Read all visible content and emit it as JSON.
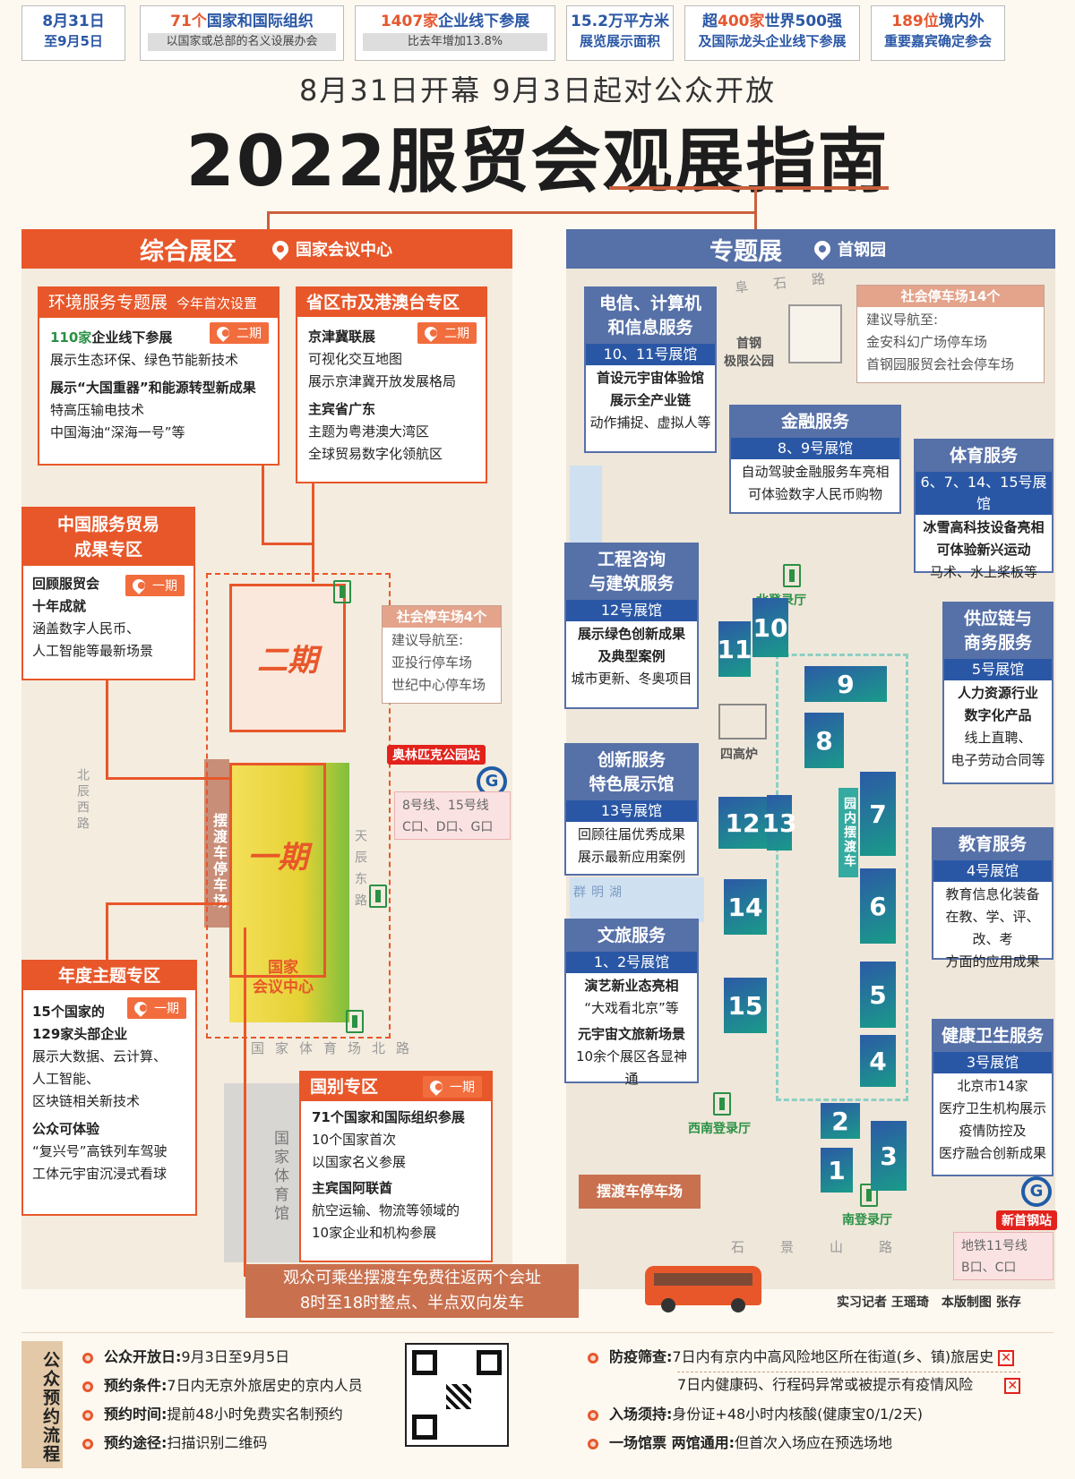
{
  "stats": [
    {
      "l1a": "8月31日",
      "l2": "至9月5日"
    },
    {
      "l1b": "71个",
      "l1c": "国家和国际组织",
      "l2": "以国家或总部的名义设展办会"
    },
    {
      "l1b": "1407家",
      "l1c": "企业线下参展",
      "l2": "比去年增加13.8%"
    },
    {
      "l1a": "15.2万平方米",
      "l2": "展览展示面积"
    },
    {
      "l1c1": "超",
      "l1b": "400家",
      "l1c": "世界500强",
      "l2": "及国际龙头企业线下参展"
    },
    {
      "l1b": "189位",
      "l1c": "境内外",
      "l2": "重要嘉宾确定参会"
    }
  ],
  "subtitle": "8月31日开幕 9月3日起对公众开放",
  "title": "2022服贸会观展指南",
  "left_header": {
    "name": "综合展区",
    "loc": "国家会议中心"
  },
  "right_header": {
    "name": "专题展",
    "loc": "首钢园"
  },
  "env": {
    "title": "环境服务专题展",
    "note": "今年首次设置",
    "phase": "二期",
    "l1a": "110家",
    "l1b": "企业线下参展",
    "l2": "展示生态环保、绿色节能新技术",
    "l3": "展示“大国重器”和能源转型新成果",
    "l4": "特高压输电技术",
    "l5": "中国海油“深海一号”等"
  },
  "prov": {
    "title": "省区市及港澳台专区",
    "phase": "二期",
    "l1": "京津冀联展",
    "l2": "可视化交互地图",
    "l3": "展示京津冀开放发展格局",
    "l4": "主宾省广东",
    "l5": "主题为粤港澳大湾区",
    "l6": "全球贸易数字化领航区"
  },
  "china": {
    "t1": "中国服务贸易",
    "t2": "成果专区",
    "phase": "一期",
    "l1": "回顾服贸会",
    "l2": "十年成就",
    "l3": "涵盖数字人民币、",
    "l4": "人工智能等最新场景"
  },
  "annual": {
    "title": "年度主题专区",
    "phase": "一期",
    "l1": "15个国家的",
    "l2": "129家头部企业",
    "l3": "展示大数据、云计算、",
    "l4": "人工智能、",
    "l5": "区块链相关新技术",
    "l6": "公众可体验",
    "l7": "“复兴号”高铁列车驾驶",
    "l8": "工体元宇宙沉浸式看球"
  },
  "country": {
    "title": "国别专区",
    "phase": "一期",
    "l1": "71个国家和国际组织参展",
    "l2": "10个国家首次",
    "l3": "以国家名义参展",
    "l4": "主宾国阿联酋",
    "l5": "航空运输、物流等领域的",
    "l6": "10家企业和机构参展"
  },
  "map_left": {
    "phase2": "二期",
    "phase1": "一期",
    "cnc1": "国家",
    "cnc2": "会议中心",
    "ferry": "摆渡车停车场",
    "road_n": "北辰西路",
    "road_e": "天辰东路",
    "road_s": "国家体育场北路",
    "gym": "国家体育馆",
    "park_h": "社会停车场4个",
    "park_1": "建议导航至:",
    "park_2": "亚投行停车场",
    "park_3": "世纪中心停车场",
    "station": "奥林匹克公园站",
    "lines1": "8号线、15号线",
    "lines2": "C口、D口、G口"
  },
  "shuttle": {
    "l1": "观众可乘坐摆渡车免费往返两个会址",
    "l2": "8时至18时整点、半点双向发车"
  },
  "telecom": {
    "t1": "电信、计算机",
    "t2": "和信息服务",
    "hall": "10、11号展馆",
    "l1": "首设元宇宙体验馆",
    "l2": "展示全产业链",
    "l3": "动作捕捉、虚拟人等"
  },
  "finance": {
    "t": "金融服务",
    "hall": "8、9号展馆",
    "l1": "自动驾驶金融服务车亮相",
    "l2": "可体验数字人民币购物"
  },
  "sports": {
    "t": "体育服务",
    "hall": "6、7、14、15号展馆",
    "l1": "冰雪高科技设备亮相",
    "l2": "可体验新兴运动",
    "l3": "马术、水上桨板等"
  },
  "eng": {
    "t1": "工程咨询",
    "t2": "与建筑服务",
    "hall": "12号展馆",
    "l1": "展示绿色创新成果",
    "l2": "及典型案例",
    "l3": "城市更新、冬奥项目"
  },
  "supply": {
    "t1": "供应链与",
    "t2": "商务服务",
    "hall": "5号展馆",
    "l1": "人力资源行业",
    "l2": "数字化产品",
    "l3": "线上直聘、",
    "l4": "电子劳动合同等"
  },
  "innov": {
    "t1": "创新服务",
    "t2": "特色展示馆",
    "hall": "13号展馆",
    "l1": "回顾往届优秀成果",
    "l2": "展示最新应用案例"
  },
  "edu": {
    "t": "教育服务",
    "hall": "4号展馆",
    "l1": "教育信息化装备",
    "l2": "在教、学、评、改、考",
    "l3": "方面的应用成果"
  },
  "culture": {
    "t": "文旅服务",
    "hall": "1、2号展馆",
    "l1": "演艺新业态亮相",
    "l2": "“大戏看北京”等",
    "l3": "元宇宙文旅新场景",
    "l4": "10余个展区各显神通"
  },
  "health": {
    "t": "健康卫生服务",
    "hall": "3号展馆",
    "l1": "北京市14家",
    "l2": "医疗卫生机构展示",
    "l3": "疫情防控及",
    "l4": "医疗融合创新成果"
  },
  "map_right": {
    "road_n": "阜石路",
    "park_h": "社会停车场14个",
    "park_1": "建议导航至:",
    "park_2": "金安科幻广场停车场",
    "park_3": "首钢园服贸会社会停车场",
    "sg1": "首钢",
    "sg2": "极限公园",
    "north_hall": "北登录厅",
    "tower": "四高炉",
    "lake": "群明湖",
    "ferry_v": "园内摆渡车",
    "sw_hall": "西南登录厅",
    "s_hall": "南登录厅",
    "ferry_park": "摆渡车停车场",
    "road_s": "石景山路",
    "station": "新首钢站",
    "line1": "地铁11号线",
    "line2": "B口、C口",
    "halls": [
      "11",
      "10",
      "9",
      "8",
      "12",
      "13",
      "7",
      "14",
      "6",
      "15",
      "5",
      "4",
      "2",
      "3",
      "1"
    ]
  },
  "credits": "实习记者 王瑶琦　本版制图 张存",
  "footer": {
    "label": "公众预约流程",
    "a1k": "公众开放日:",
    "a1v": "9月3日至9月5日",
    "a2k": "预约条件:",
    "a2v": "7日内无京外旅居史的京内人员",
    "a3k": "预约时间:",
    "a3v": "提前48小时免费实名制预约",
    "a4k": "预约途径:",
    "a4v": "扫描识别二维码",
    "b1k": "防疫筛查:",
    "b1v": "7日内有京内中高风险地区所在街道(乡、镇)旅居史",
    "b2v": "7日内健康码、行程码异常或被提示有疫情风险",
    "b3k": "入场须持:",
    "b3v": "身份证+48小时内核酸(健康宝0/1/2天)",
    "b4k": "一场馆票 两馆通用:",
    "b4v": "但首次入场应在预选场地",
    "x": "✕"
  },
  "colors": {
    "orange": "#e8572a",
    "blue": "#5670a8"
  }
}
